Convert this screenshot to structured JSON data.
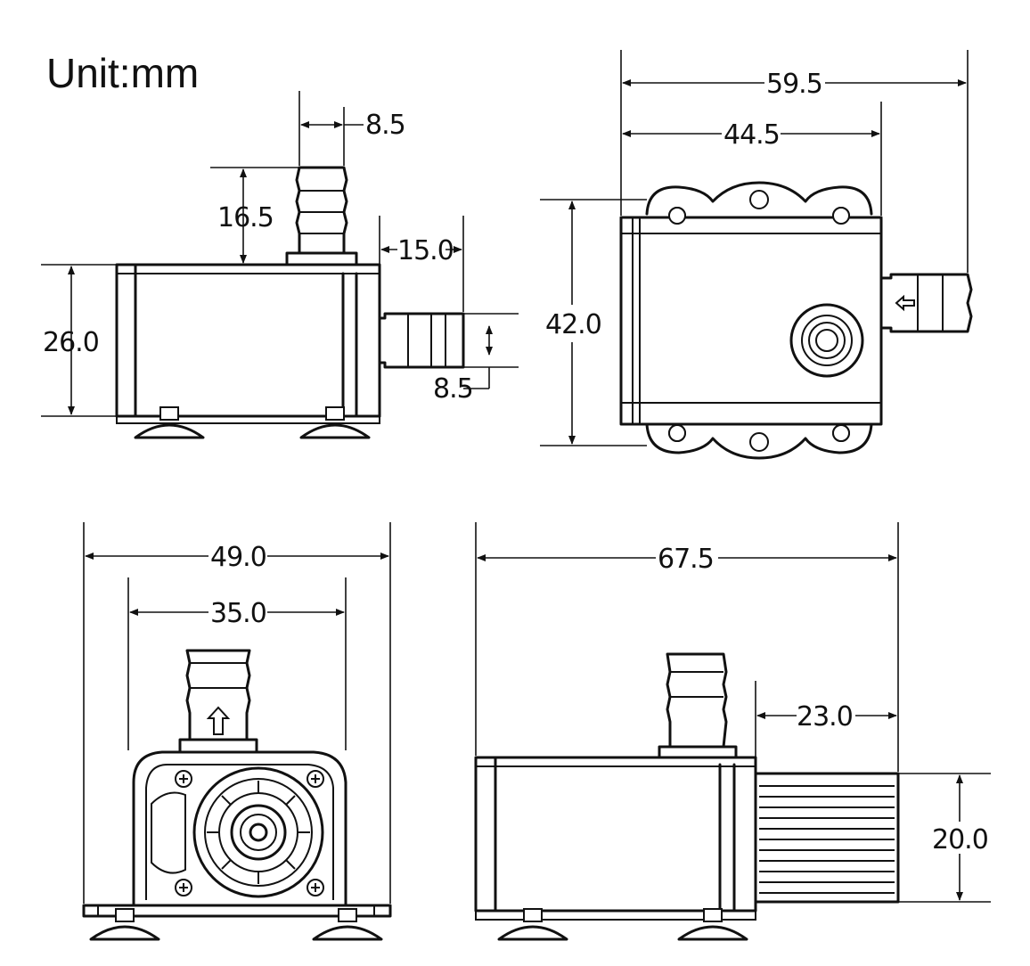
{
  "title": "Unit:mm",
  "views": {
    "side": {
      "inlet_dia": "8.5",
      "inlet_height": "16.5",
      "body_height": "26.0",
      "outlet_length": "15.0",
      "outlet_dia": "8.5"
    },
    "top": {
      "overall_length": "59.5",
      "body_length": "44.5",
      "overall_width": "42.0"
    },
    "front": {
      "overall_width": "49.0",
      "body_width": "35.0"
    },
    "side_motor": {
      "overall_length": "67.5",
      "motor_length": "23.0",
      "motor_dia": "20.0"
    }
  },
  "icons": [
    "flow-arrow-icon",
    "screw-icon",
    "suction-cup-icon"
  ]
}
